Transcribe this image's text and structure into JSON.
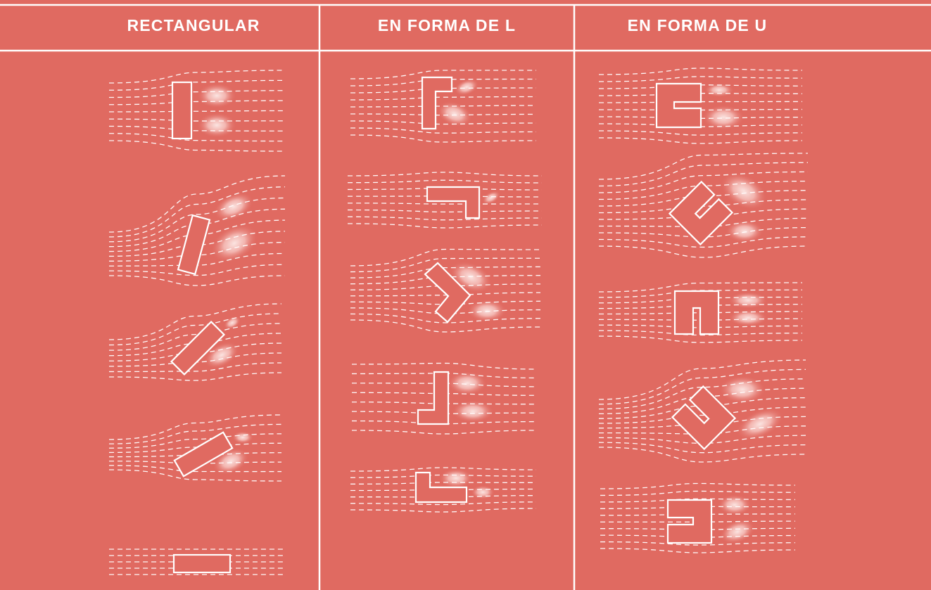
{
  "header": {
    "col1": "RECTANGULAR",
    "col2": "EN FORMA DE L",
    "col3": "EN FORMA DE U"
  },
  "colors": {
    "background": "#e06a61",
    "lines": "#ffffff",
    "vortex": "#fbe4e1"
  },
  "columns": [
    {
      "id": "rectangular",
      "shape": "rectangle",
      "orientations_deg": [
        0,
        15,
        45,
        60,
        90
      ]
    },
    {
      "id": "l-shape",
      "shape": "L",
      "orientations_deg": [
        0,
        90,
        135,
        180,
        270
      ]
    },
    {
      "id": "u-shape",
      "shape": "U",
      "orientations_deg": [
        0,
        45,
        90,
        135,
        180
      ]
    }
  ]
}
